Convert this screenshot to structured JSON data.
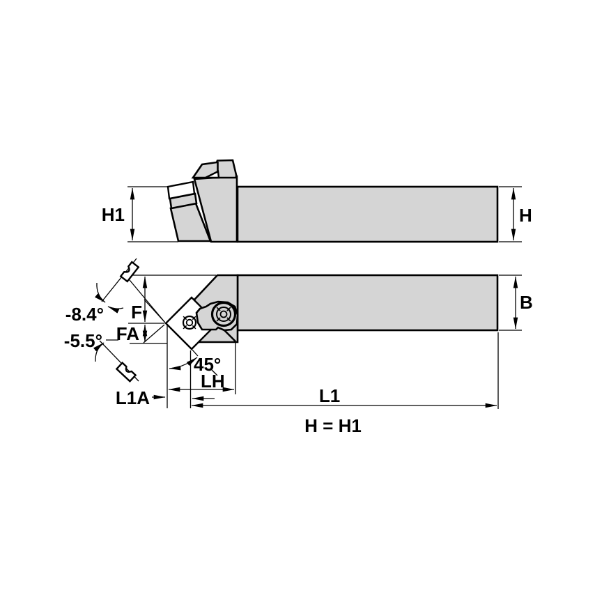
{
  "figure": {
    "type": "tool-holder-engineering-drawing",
    "note": "H = H1",
    "dimensions": {
      "h1": "H1",
      "h": "H",
      "b": "B",
      "f": "F",
      "fa": "FA",
      "lh": "LH",
      "l1a": "L1A",
      "l1": "L1"
    },
    "angles": {
      "lead": "45°",
      "back_rake": "-8.4°",
      "side_rake": "-5.5°"
    },
    "colors": {
      "body": "#d5d5d5",
      "line": "#000000",
      "background": "#ffffff"
    }
  }
}
